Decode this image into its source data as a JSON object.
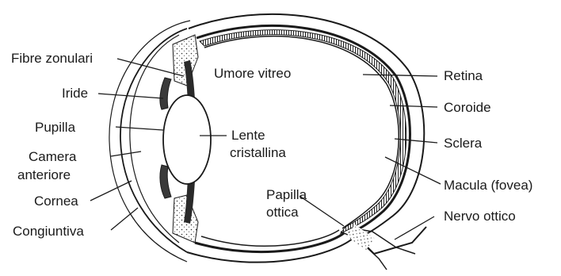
{
  "labels": {
    "fibre_zonulari": "Fibre zonulari",
    "iride": "Iride",
    "pupilla": "Pupilla",
    "camera_line1": "Camera",
    "camera_line2": "anteriore",
    "cornea": "Cornea",
    "congiuntiva": "Congiuntiva",
    "umore_vitreo": "Umore vitreo",
    "lente_line1": "Lente",
    "lente_line2": "cristallina",
    "papilla_line1": "Papilla",
    "papilla_line2": "ottica",
    "retina": "Retina",
    "coroide": "Coroide",
    "sclera": "Sclera",
    "macula": "Macula (fovea)",
    "nervo_ottico": "Nervo ottico"
  }
}
